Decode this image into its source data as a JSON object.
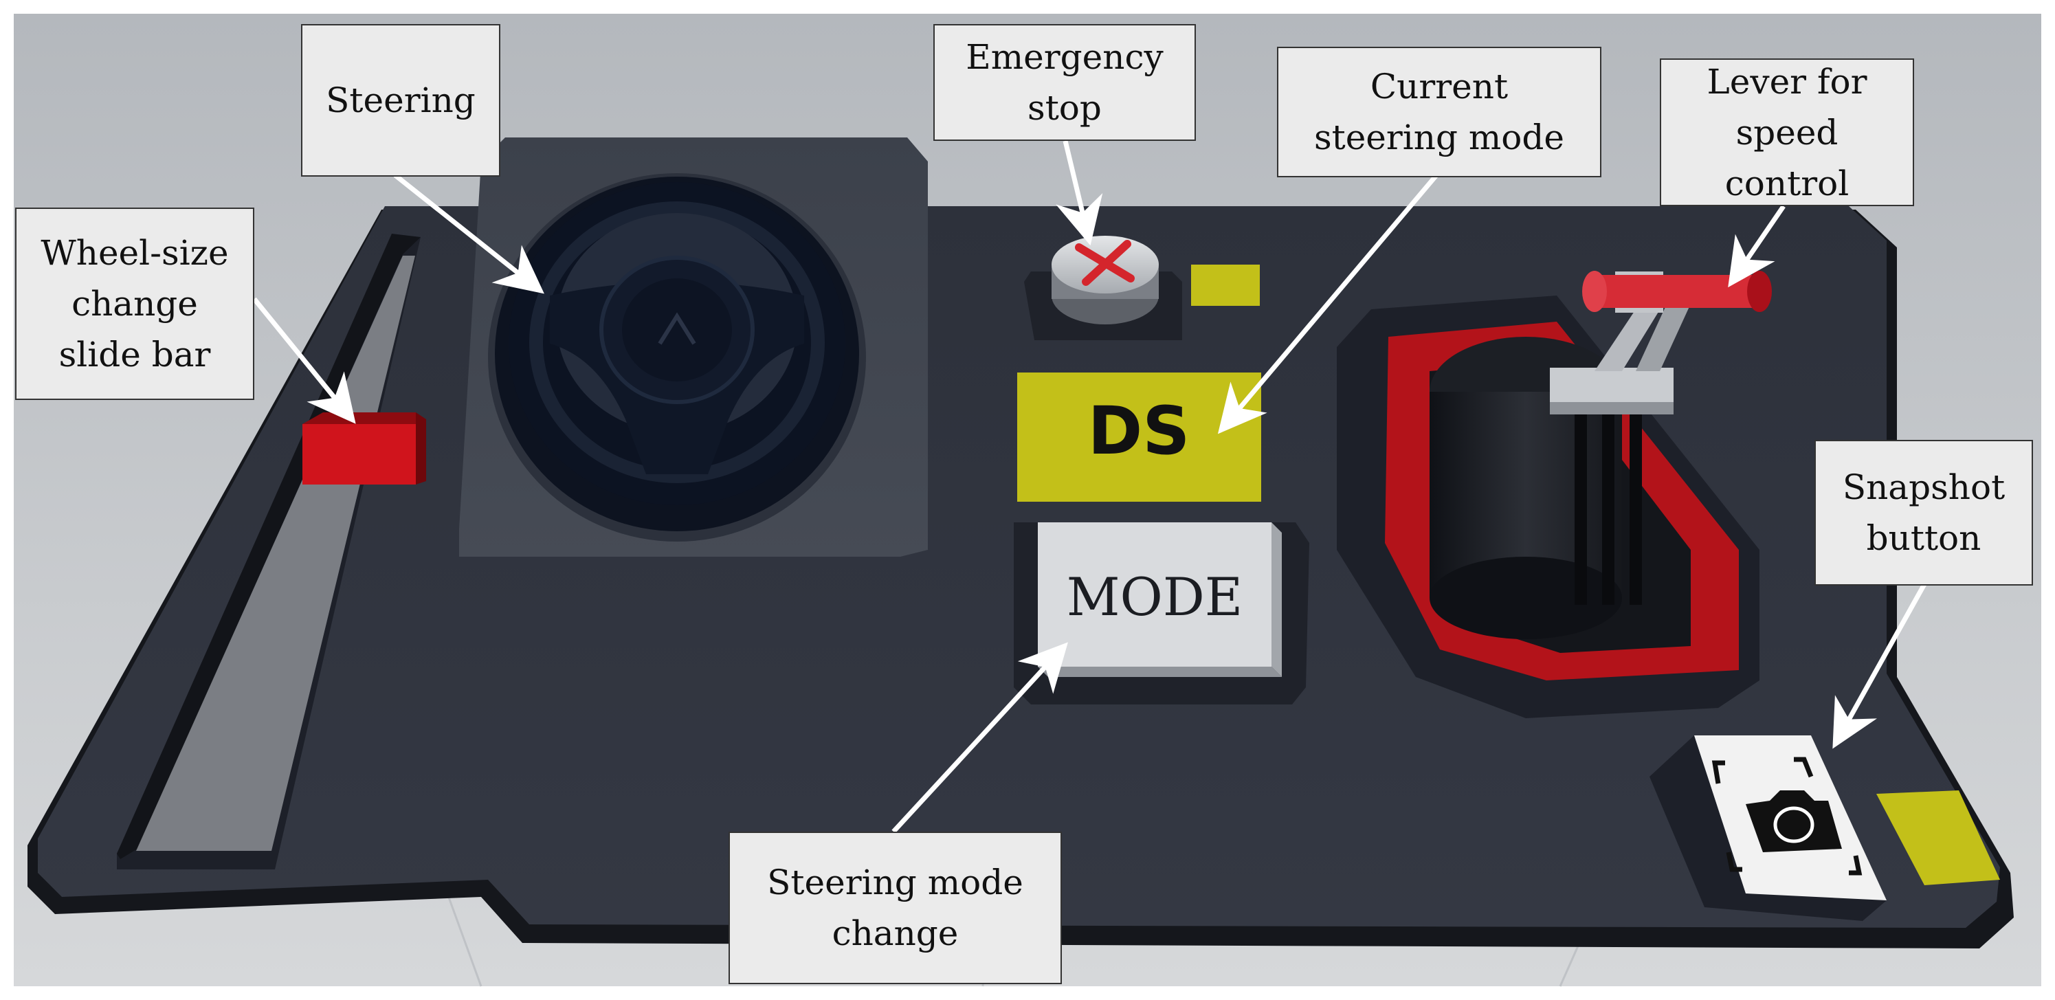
{
  "callouts": {
    "steering": [
      "Steering"
    ],
    "emergency_stop": [
      "Emergency",
      "stop"
    ],
    "current_mode": [
      "Current",
      "steering mode"
    ],
    "lever": [
      "Lever for",
      "speed",
      "control"
    ],
    "wheel_size": [
      "Wheel-size",
      "change",
      "slide bar"
    ],
    "snapshot": [
      "Snapshot",
      "button"
    ],
    "mode_change": [
      "Steering mode",
      "change"
    ]
  },
  "panel": {
    "mode_display": "DS",
    "mode_button": "MODE"
  },
  "colors": {
    "background": "#a9adb2",
    "panel": "#2a2e38",
    "panel_recess": "#1d2029",
    "indicator_yellow": "#c3c019",
    "accent_red": "#b3131a",
    "wheel": "#0b1220",
    "callout_fill": "#ebebeb",
    "arrow": "#ffffff"
  },
  "icons": {
    "emergency_stop": "x-mark-icon",
    "snapshot": "camera-icon"
  }
}
